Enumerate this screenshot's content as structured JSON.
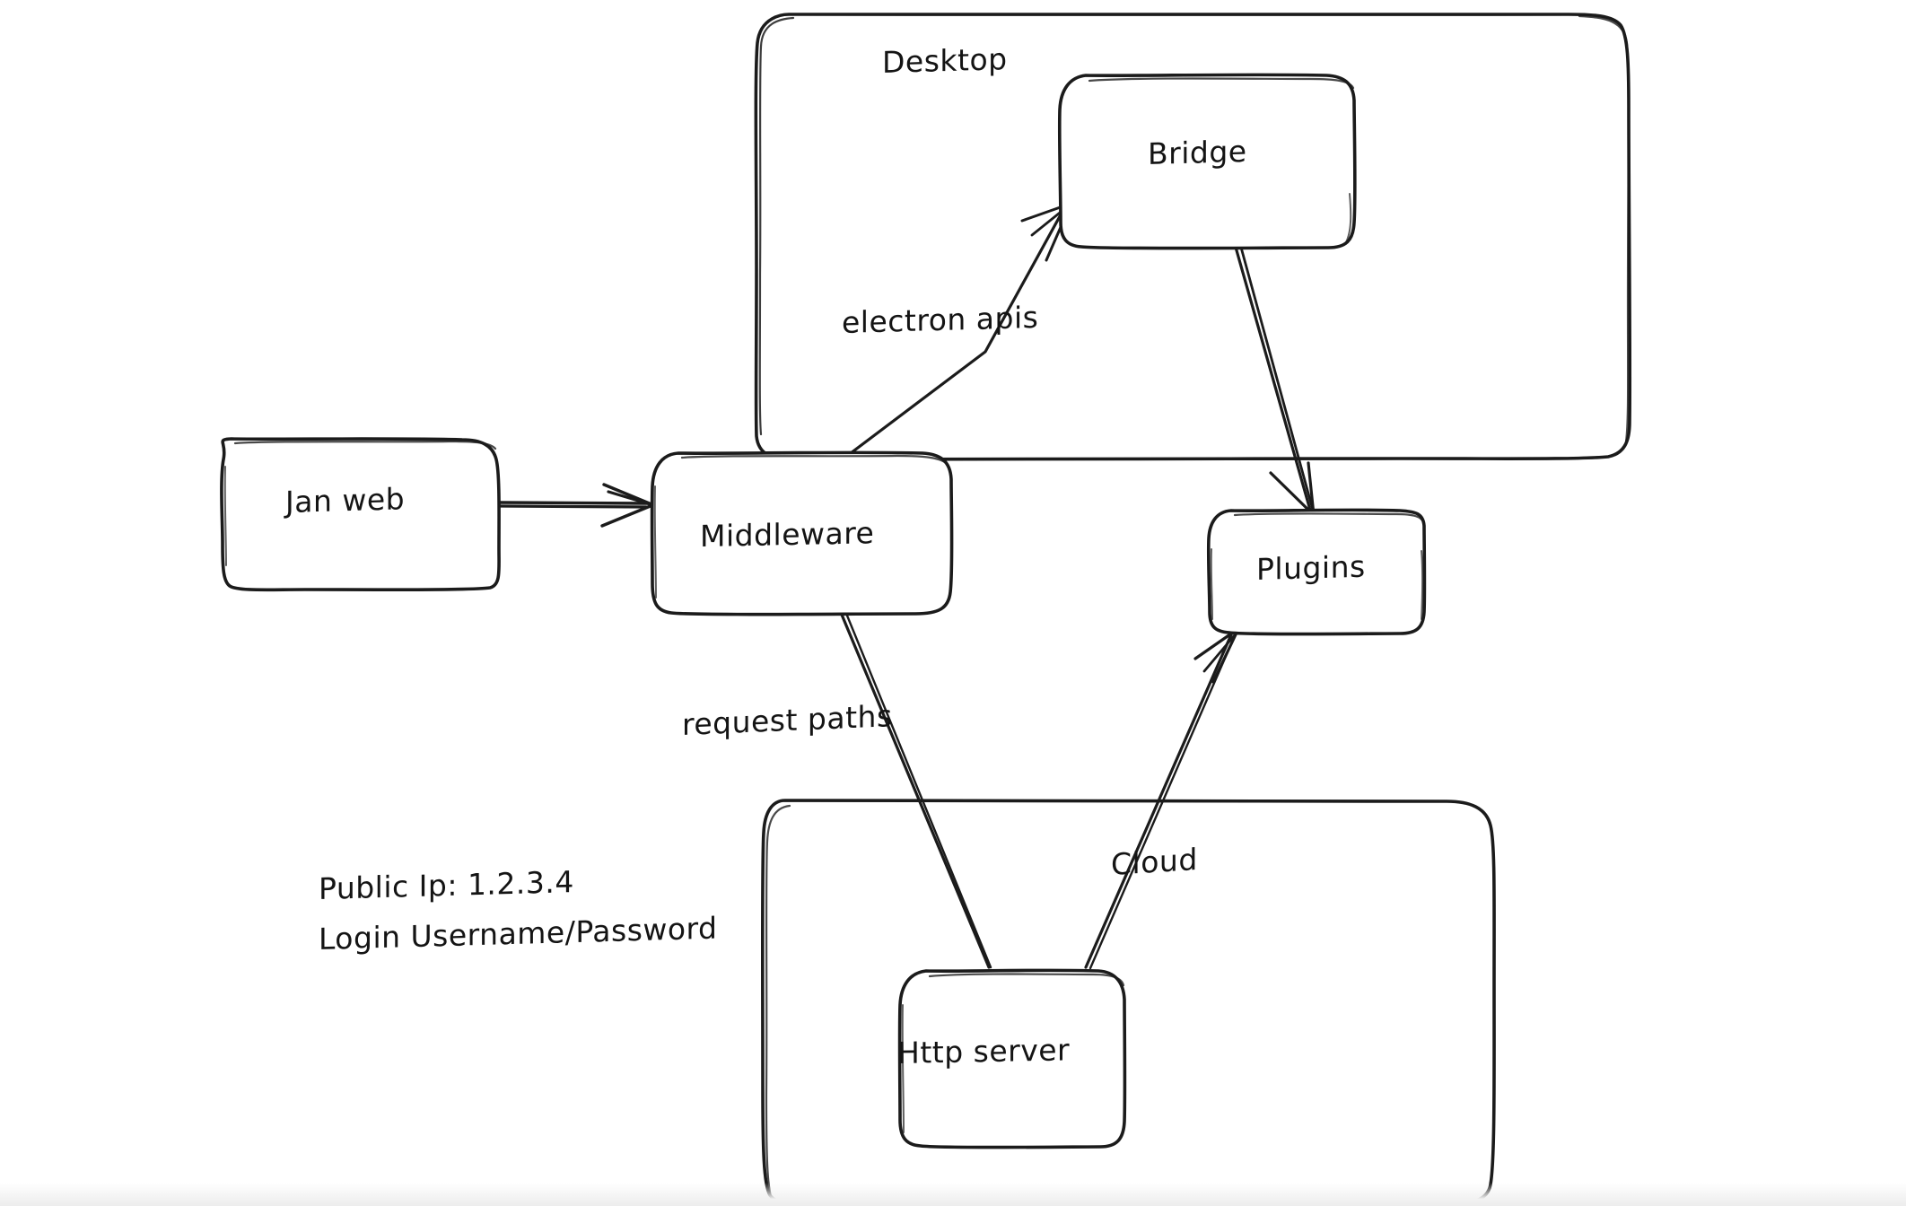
{
  "diagram": {
    "type": "architecture-flow",
    "background_color": "#ffffff",
    "stroke_color": "#1b1b1b",
    "style": "hand-drawn",
    "groups": [
      {
        "id": "desktop",
        "label": "Desktop"
      },
      {
        "id": "cloud_region",
        "label": ""
      }
    ],
    "nodes": [
      {
        "id": "jan_web",
        "label": "Jan web"
      },
      {
        "id": "middleware",
        "label": "Middleware"
      },
      {
        "id": "bridge",
        "label": "Bridge"
      },
      {
        "id": "plugins",
        "label": "Plugins"
      },
      {
        "id": "http_server",
        "label": "Http server"
      }
    ],
    "edges": [
      {
        "id": "e1",
        "from": "jan_web",
        "to": "middleware",
        "label": "",
        "arrow": true
      },
      {
        "id": "e2",
        "from": "middleware",
        "to": "bridge",
        "label": "electron apis",
        "arrow": true
      },
      {
        "id": "e3",
        "from": "bridge",
        "to": "plugins",
        "label": "",
        "arrow": true
      },
      {
        "id": "e4",
        "from": "middleware",
        "to": "http_server",
        "label": "request paths",
        "arrow": false
      },
      {
        "id": "e5",
        "from": "http_server",
        "to": "plugins",
        "label": "Cloud",
        "arrow": true
      }
    ],
    "notes": [
      {
        "id": "note_ip",
        "line1": "Public Ip: 1.2.3.4",
        "line2": "Login Username/Password"
      }
    ]
  }
}
